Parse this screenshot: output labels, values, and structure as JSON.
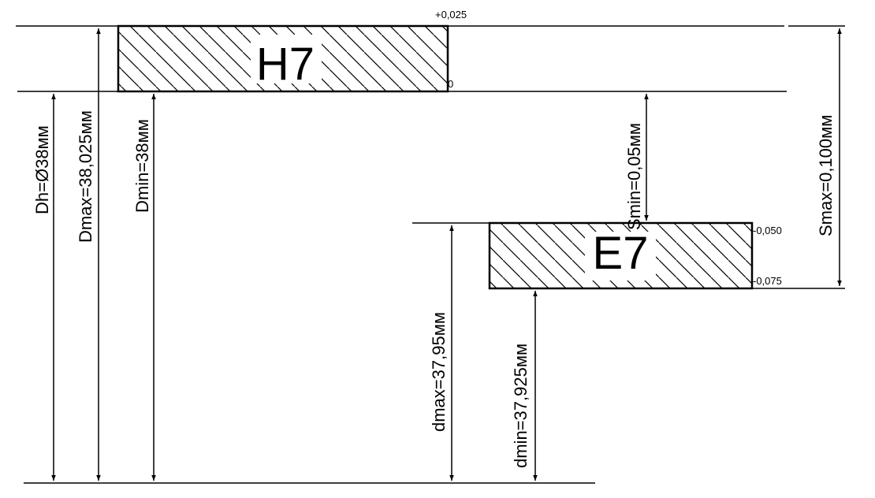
{
  "colors": {
    "line": "#000000",
    "background": "#ffffff"
  },
  "hole_zone": {
    "label": "H7",
    "upper_deviation": "+0,025",
    "lower_deviation": "0"
  },
  "shaft_zone": {
    "label": "E7",
    "upper_deviation": "-0,050",
    "lower_deviation": "-0,075"
  },
  "dimensions": {
    "dh": "Dh=Ø38мм",
    "dmax": "Dmax=38,025мм",
    "dmin": "Dmin=38мм",
    "smin": "Smin=0,05мм",
    "smax": "Smax=0,100мм",
    "shaft_dmax": "dmax=37,95мм",
    "shaft_dmin": "dmin=37,925мм"
  }
}
